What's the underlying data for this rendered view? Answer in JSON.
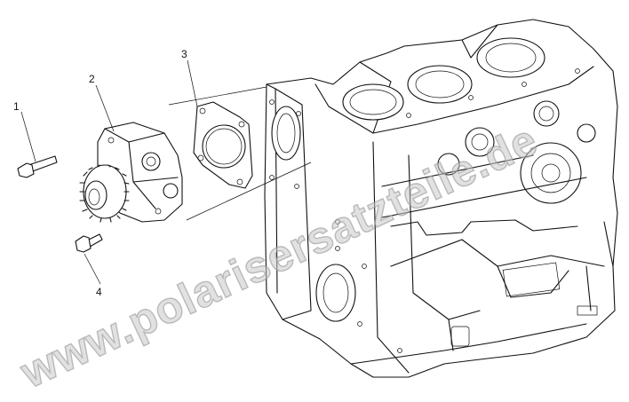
{
  "callouts": [
    {
      "number": "1"
    },
    {
      "number": "2"
    },
    {
      "number": "3"
    },
    {
      "number": "4"
    }
  ],
  "watermark": "www.polarisersatzteile.de"
}
